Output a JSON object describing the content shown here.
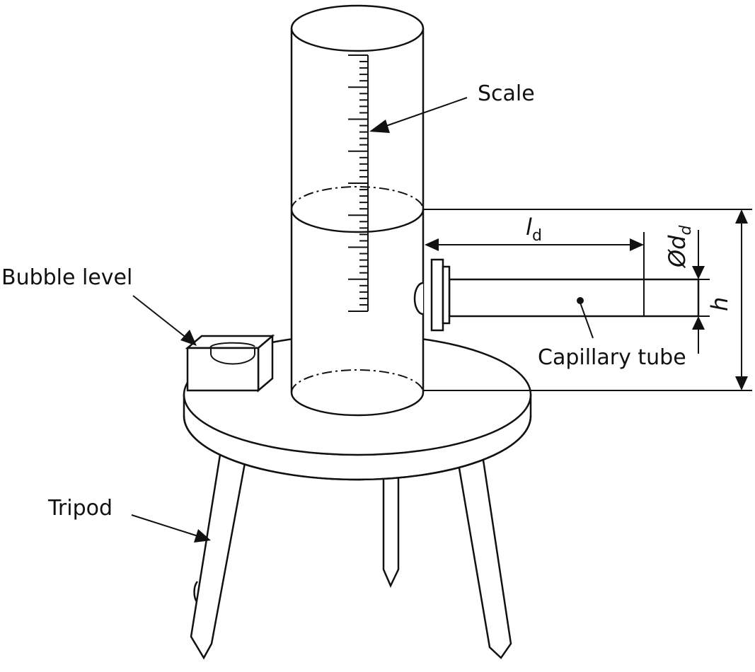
{
  "labels": {
    "scale": "Scale",
    "bubble_level": "Bubble level",
    "tripod": "Tripod",
    "capillary_tube": "Capillary tube"
  },
  "dimensions": {
    "length_symbol": "l",
    "length_subscript": "d",
    "diameter_prefix": "Ø",
    "diameter_symbol": "d",
    "diameter_subscript": "d",
    "height_symbol": "h"
  },
  "scale": {
    "tick_count": 40,
    "major_every": 5
  }
}
